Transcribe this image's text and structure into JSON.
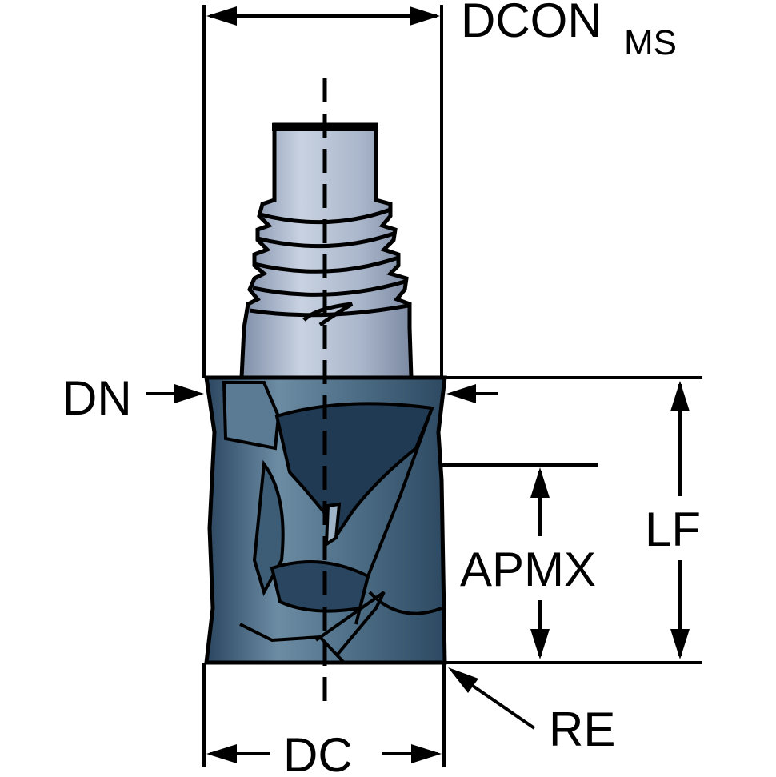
{
  "labels": {
    "dcon": "DCON",
    "dcon_sub": "MS",
    "dn": "DN",
    "lf": "LF",
    "apmx": "APMX",
    "re": "RE",
    "dc": "DC"
  },
  "colors": {
    "line": "#000000",
    "shank_light": "#b9c4d6",
    "shank_mid": "#8d9bb4",
    "body_dark": "#2f4a63",
    "body_mid": "#46677f",
    "body_light": "#6d8da5"
  }
}
